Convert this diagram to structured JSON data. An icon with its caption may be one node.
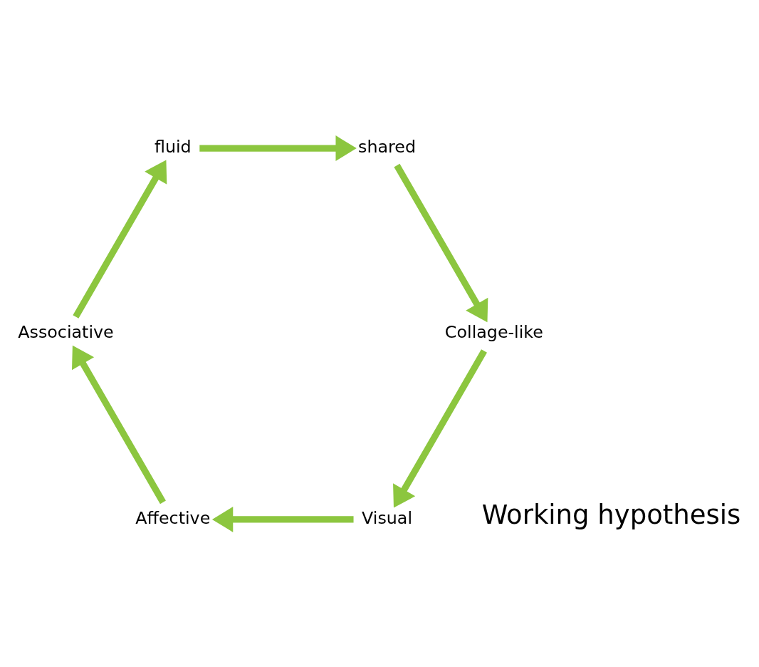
{
  "diagram": {
    "nodes": [
      {
        "text": [
          "Visual"
        ]
      },
      {
        "text": [
          "Affective"
        ]
      },
      {
        "text": [
          "Associative"
        ]
      },
      {
        "text": [
          "fluid"
        ]
      },
      {
        "text": [
          "shared"
        ]
      },
      {
        "text": [
          "Collage-like"
        ]
      }
    ],
    "edges": [
      {
        "from": 0,
        "to": 1,
        "arrow": "to"
      },
      {
        "from": 1,
        "to": 2,
        "arrow": "to"
      },
      {
        "from": 2,
        "to": 3,
        "arrow": "to"
      },
      {
        "from": 3,
        "to": 4,
        "arrow": "to"
      },
      {
        "from": 4,
        "to": 5,
        "arrow": "to"
      },
      {
        "from": 5,
        "to": 0,
        "arrow": "to"
      }
    ],
    "labels": [
      "Working hypothesis"
    ]
  }
}
